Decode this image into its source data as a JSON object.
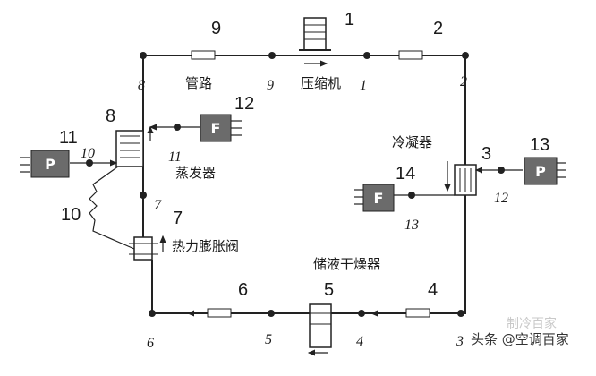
{
  "components": {
    "compressor": {
      "number": "1",
      "label": "压缩机"
    },
    "condenser": {
      "number": "3",
      "label": "冷凝器"
    },
    "evaporator": {
      "number": "8",
      "label": "蒸发器"
    },
    "expansion_valve": {
      "number": "7",
      "label": "热力膨胀阀"
    },
    "drier": {
      "number": "5",
      "label": "储液干燥器"
    },
    "pipe": {
      "number": "9",
      "label": "管路"
    },
    "sensors": [
      "2",
      "4",
      "6",
      "10"
    ],
    "pump_cond": {
      "number": "13",
      "box": "P"
    },
    "flow_cond": {
      "number": "14",
      "box": "F"
    },
    "pump_evap": {
      "number": "11",
      "box": "P"
    },
    "flow_evap": {
      "number": "12",
      "box": "F"
    }
  },
  "state_points": [
    "1",
    "2",
    "3",
    "4",
    "5",
    "6",
    "7",
    "8",
    "9",
    "10",
    "11",
    "12",
    "13"
  ],
  "watermark": {
    "text": "头条 @空调百家",
    "faint": "制冷百家"
  }
}
